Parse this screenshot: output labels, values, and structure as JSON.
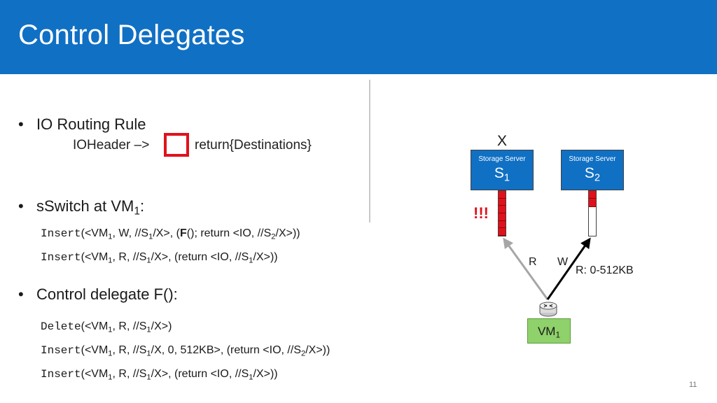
{
  "slide": {
    "title": "Control Delegates",
    "page_number": "11"
  },
  "bullets": {
    "routing": {
      "heading": "IO Routing Rule",
      "rule_left": "IOHeader –>",
      "rule_right": "return{Destinations}"
    },
    "sswitch": {
      "heading_pre": "sSwitch at VM",
      "heading_sub": "1",
      "heading_post": ":",
      "line1": {
        "kw": "Insert",
        "a": "(<VM",
        "a_sub": "1",
        "b": ", W, //S",
        "b_sub": "1",
        "c": "/X>, (",
        "bold": "F",
        "d": "(); return <IO, //S",
        "d_sub": "2",
        "e": "/X>))"
      },
      "line2": {
        "kw": "Insert",
        "a": "(<VM",
        "a_sub": "1",
        "b": ", R, //S",
        "b_sub": "1",
        "c": "/X>, (return <IO, //S",
        "c_sub": "1",
        "d": "/X>))"
      }
    },
    "delegate": {
      "heading": "Control delegate F():",
      "line1": {
        "kw": "Delete",
        "a": "(<VM",
        "a_sub": "1",
        "b": ", R, //S",
        "b_sub": "1",
        "c": "/X>)"
      },
      "line2": {
        "kw": "Insert",
        "a": "(<VM",
        "a_sub": "1",
        "b": ", R, //S",
        "b_sub": "1",
        "c": "/X, 0, 512KB>, (return <IO, //S",
        "c_sub": "2",
        "d": "/X>))"
      },
      "line3": {
        "kw": "Insert",
        "a": "(<VM",
        "a_sub": "1",
        "b": ", R, //S",
        "b_sub": "1",
        "c": "/X>, (return <IO, //S",
        "c_sub": "1",
        "d": "/X>))"
      }
    }
  },
  "diagram": {
    "x_label": "X",
    "server1": {
      "caption": "Storage Server",
      "id": "S",
      "id_sub": "1"
    },
    "server2": {
      "caption": "Storage Server",
      "id": "S",
      "id_sub": "2"
    },
    "alert": "!!!",
    "r_label": "R",
    "w_label": "W",
    "range_label": "R: 0-512KB",
    "vm": {
      "label": "VM",
      "label_sub": "1"
    },
    "queue1_fill": 1.0,
    "queue2_fill": 0.4,
    "colors": {
      "accent": "#1070c4",
      "alert": "#e0111c",
      "queue_fill": "#e0111c",
      "vm_fill": "#8fd16a"
    }
  }
}
